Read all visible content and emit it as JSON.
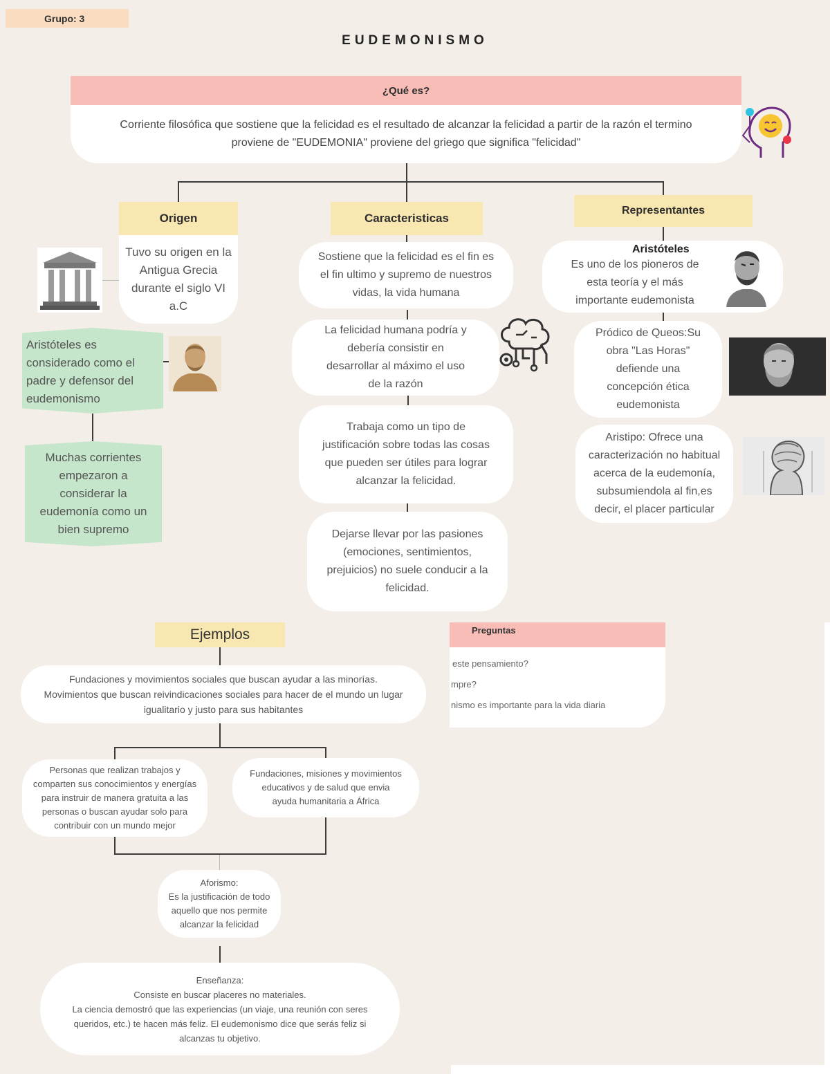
{
  "group": "Grupo: 3",
  "title": "EUDEMONISMO",
  "que_es": {
    "heading": "¿Qué es?",
    "text": "Corriente filosófica que sostiene que la felicidad es el resultado de alcanzar la felicidad a partir de la razón el termino\nproviene de \"EUDEMONIA\" proviene del griego que significa \"felicidad\""
  },
  "origen": {
    "heading": "Origen",
    "text": "Tuvo su origen en la\nAntigua Grecia\ndurante el siglo VI\na.C",
    "aristoteles": "Aristóteles es\nconsiderado como el\npadre y defensor del\neudemonismo",
    "corrientes": "Muchas corrientes\nempezaron a\nconsiderar la\neudemonía como un\nbien supremo"
  },
  "caracteristicas": {
    "heading": "Caracteristicas",
    "items": [
      "Sostiene que la felicidad es el fin es\nel fin ultimo y supremo de nuestros\nvidas, la vida humana",
      "La felicidad humana podría y\ndebería consistir en\ndesarrollar al máximo el uso\nde la razón",
      "Trabaja como un tipo de\njustificación sobre todas las cosas\nque pueden ser útiles para lograr\nalcanzar la felicidad.",
      "Dejarse llevar por las pasiones\n(emociones, sentimientos,\nprejuicios) no suele conducir a la\nfelicidad."
    ]
  },
  "representantes": {
    "heading": "Representantes",
    "aristoteles_name": "Aristóteles",
    "aristoteles_text": "Es uno de los pioneros de\nesta teoría y el más\nimportante eudemonista",
    "prodico": "Pródico de Queos:Su\nobra \"Las Horas\"\ndefiende una\nconcepción ética\neudemonista",
    "aristipo": "Aristipo: Ofrece una\ncaracterización no habitual\nacerca de la eudemonía,\nsubsumiendola al fin,es\ndecir, el placer particular"
  },
  "ejemplos": {
    "heading": "Ejemplos",
    "main": "Fundaciones y movimientos sociales que buscan ayudar a las minorías.\nMovimientos que buscan reivindicaciones sociales para hacer de el mundo un lugar\nigualitario y justo para sus habitantes",
    "left": "Personas que realizan trabajos y\ncomparten sus conocimientos y energías\npara instruir de manera gratuita a las\npersonas o buscan ayudar solo para\ncontribuir con un mundo mejor",
    "right": "Fundaciones, misiones y movimientos\neducativos y de salud que envia\nayuda humanitaria a África",
    "aforismo": "Aforismo:\nEs la justificación de todo\naquello que nos permite\nalcanzar la felicidad",
    "ensenanza": "Enseñanza:\nConsiste en buscar placeres no materiales.\nLa ciencia demostró que las experiencias (un viaje, una reunión con seres\nqueridos, etc.) te hacen más feliz. El eudemonismo dice que serás feliz si\nalcanzas tu objetivo."
  },
  "preguntas": {
    "heading": "Preguntas",
    "items": [
      "este pensamiento?",
      "mpre?",
      "nismo es importante para la vida diaria"
    ]
  }
}
